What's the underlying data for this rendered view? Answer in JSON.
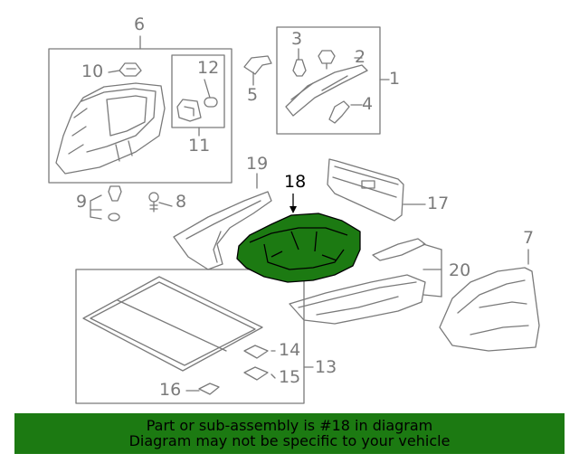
{
  "callouts": {
    "c1": "1",
    "c2": "2",
    "c3": "3",
    "c4": "4",
    "c5": "5",
    "c6": "6",
    "c7": "7",
    "c8": "8",
    "c9": "9",
    "c10": "10",
    "c11": "11",
    "c12": "12",
    "c13": "13",
    "c14": "14",
    "c15": "15",
    "c16": "16",
    "c17": "17",
    "c18": "18",
    "c19": "19",
    "c20": "20"
  },
  "highlighted_part": "18",
  "colors": {
    "line": "#7a7a7a",
    "highlight_fill": "#1c7a12",
    "banner_bg": "#1c7a12",
    "banner_text": "#000000"
  },
  "banner": {
    "line1": "Part or sub-assembly is #18 in diagram",
    "line2": "Diagram may not be specific to your vehicle"
  }
}
